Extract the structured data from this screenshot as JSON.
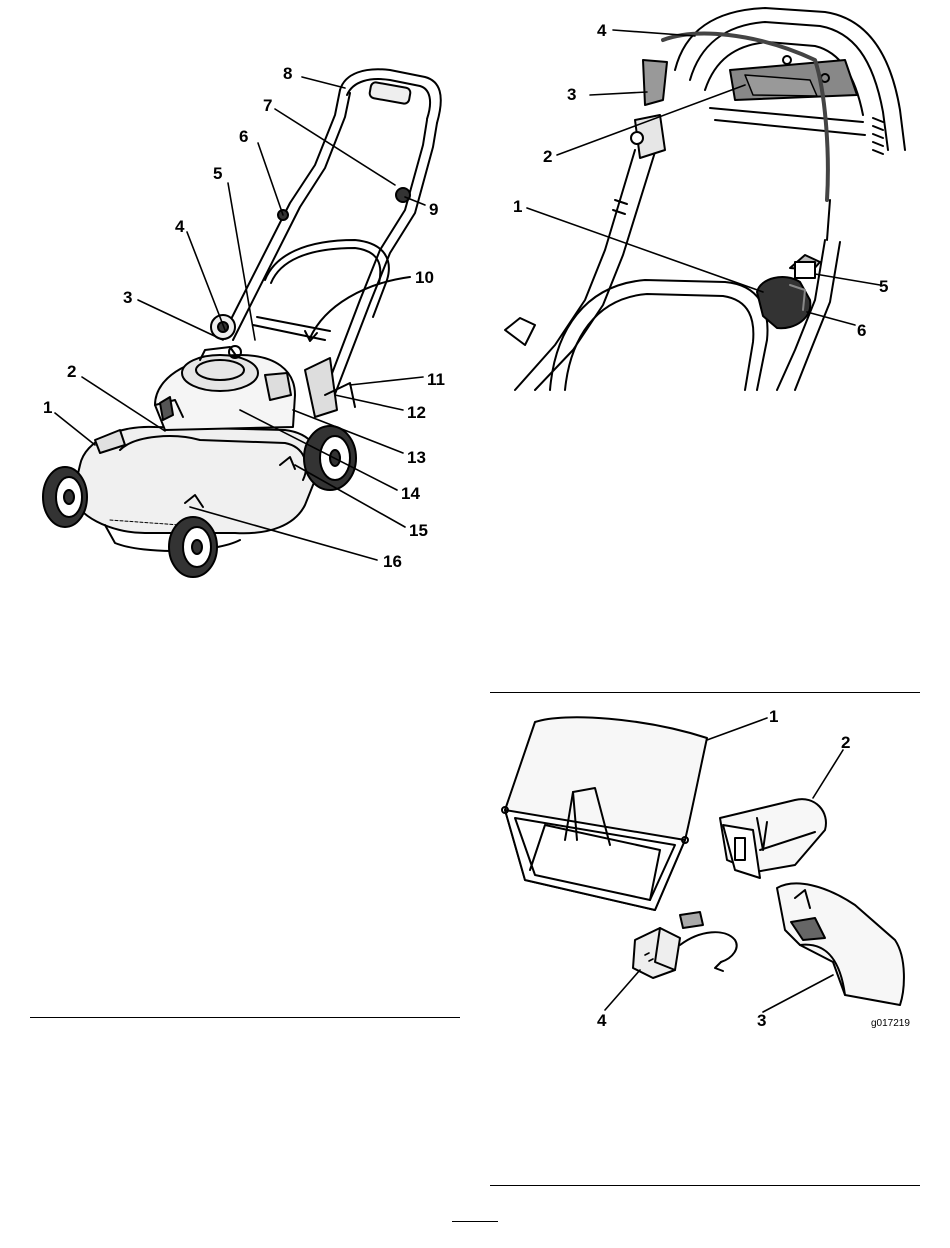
{
  "figures": {
    "mower": {
      "callouts": [
        "1",
        "2",
        "3",
        "4",
        "5",
        "6",
        "7",
        "8",
        "9",
        "10",
        "11",
        "12",
        "13",
        "14",
        "15",
        "16"
      ]
    },
    "handle": {
      "callouts": [
        "1",
        "2",
        "3",
        "4",
        "5",
        "6"
      ]
    },
    "accessories": {
      "callouts": [
        "1",
        "2",
        "3",
        "4"
      ],
      "code": "g017219"
    }
  }
}
